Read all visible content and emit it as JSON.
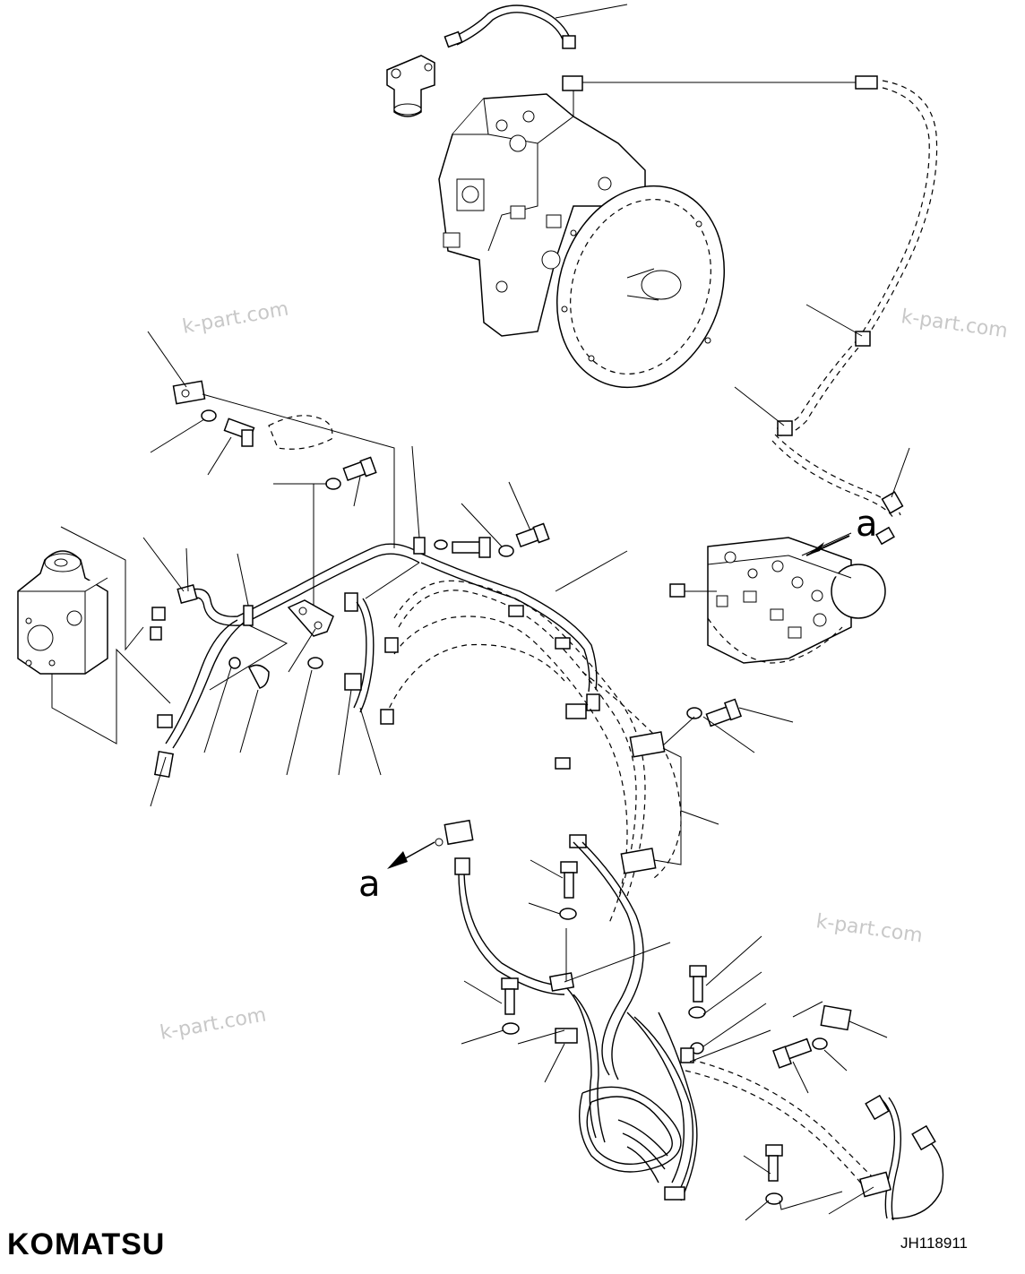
{
  "drawing": {
    "brand": "KOMATSU",
    "code": "JH118911",
    "view_label_a": "a",
    "watermark": "k-part.com"
  }
}
